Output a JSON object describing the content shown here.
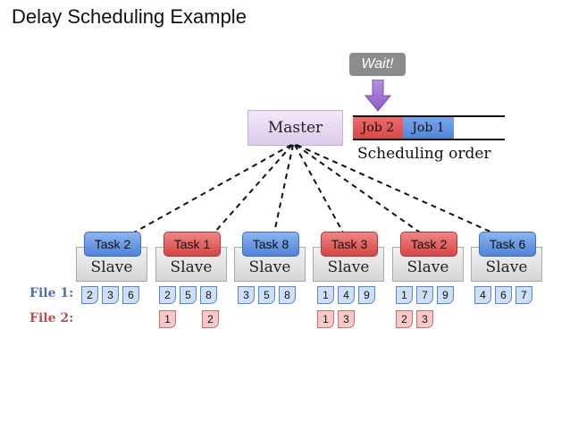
{
  "title": "Delay Scheduling Example",
  "wait_label": "Wait!",
  "master_label": "Master",
  "queue": {
    "jobs": [
      "Job 2",
      "Job 1"
    ],
    "caption": "Scheduling order"
  },
  "file_labels": [
    "File 1:",
    "File 2:"
  ],
  "slaves": [
    {
      "label": "Slave",
      "task": "Task 2",
      "task_color": "blue",
      "file1": [
        "2",
        "3",
        "6"
      ],
      "file2": []
    },
    {
      "label": "Slave",
      "task": "Task 1",
      "task_color": "red",
      "file1": [
        "2",
        "5",
        "8"
      ],
      "file2": [
        "1",
        "2"
      ]
    },
    {
      "label": "Slave",
      "task": "Task 8",
      "task_color": "blue",
      "file1": [
        "3",
        "5",
        "8"
      ],
      "file2": []
    },
    {
      "label": "Slave",
      "task": "Task 3",
      "task_color": "red",
      "file1": [
        "1",
        "4",
        "9"
      ],
      "file2": [
        "1",
        "3"
      ]
    },
    {
      "label": "Slave",
      "task": "Task 2",
      "task_color": "red",
      "file1": [
        "1",
        "7",
        "9"
      ],
      "file2": [
        "2",
        "3"
      ]
    },
    {
      "label": "Slave",
      "task": "Task 6",
      "task_color": "blue",
      "file1": [
        "4",
        "6",
        "7"
      ],
      "file2": []
    }
  ],
  "colors": {
    "job_red": "#d84848",
    "job_blue": "#4f84d8",
    "master_fill": "#e6d8f2",
    "wait_arrow": "#9b6fcf"
  }
}
